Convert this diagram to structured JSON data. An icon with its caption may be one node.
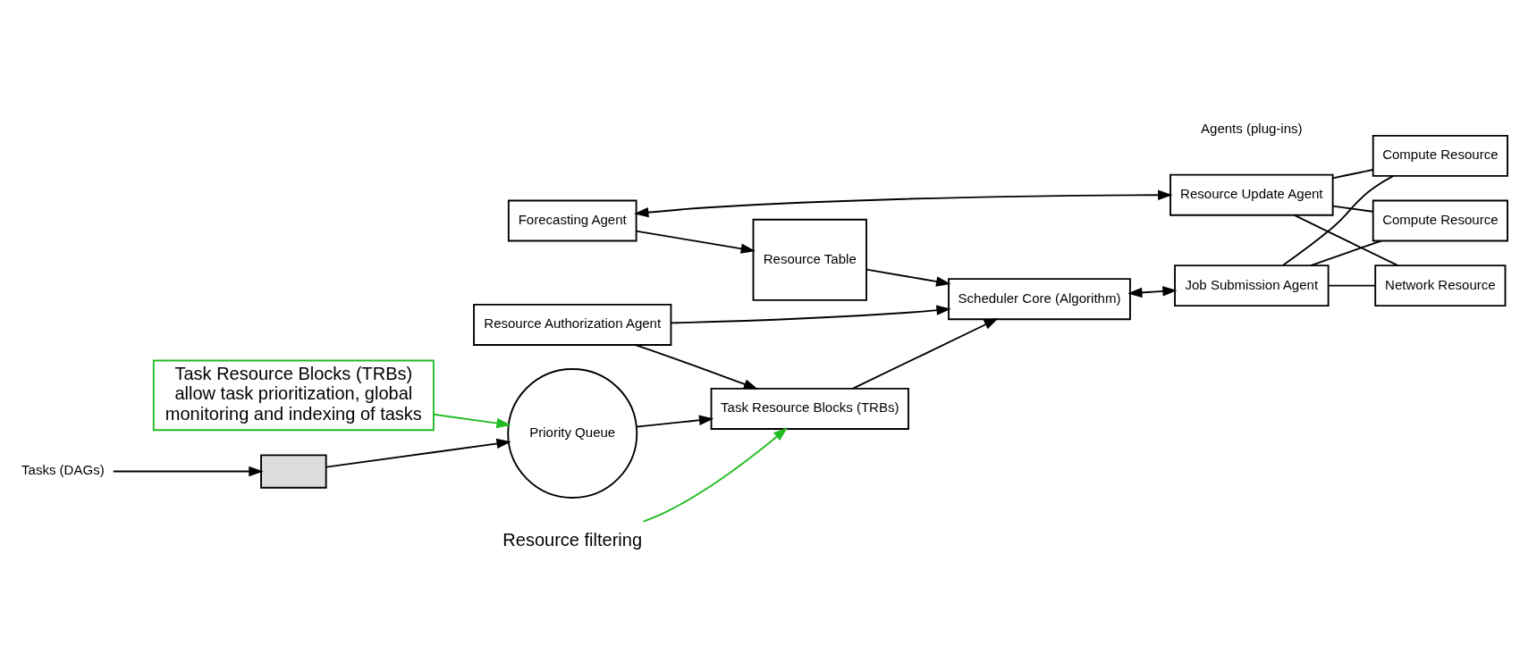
{
  "diagram": {
    "nodes": [
      {
        "text": [
          "Task Resource Blocks (TRBs) allow task prioritization, global monitoring and indexing of tasks"
        ]
      },
      {
        "text": [
          "Resource filtering"
        ]
      },
      {
        "text": [
          "Tasks (DAGs)"
        ]
      },
      {
        "text": [],
        "shape": "box"
      },
      {
        "text": [
          "Priority Queue"
        ]
      },
      {
        "text": [
          "Task Resource Blocks (TRBs)"
        ]
      },
      {
        "text": [
          "Resource Authorization Agent"
        ]
      },
      {
        "text": [
          "Forecasting Agent"
        ]
      },
      {
        "text": [
          "Resource Table"
        ]
      },
      {
        "text": [
          "Scheduler Core (Algorithm)"
        ]
      },
      {
        "text": [
          "Resource Update Agent"
        ]
      },
      {
        "text": [
          "Job Submission Agent"
        ]
      },
      {
        "text": [
          "Compute Resource"
        ]
      },
      {
        "text": [
          "Compute Resource"
        ]
      },
      {
        "text": [
          "Network Resource"
        ]
      }
    ],
    "edges": [
      {
        "from": 0,
        "to": 4,
        "arrow": "to",
        "color": "#22bb22"
      },
      {
        "from": 1,
        "to": 5,
        "arrow": "to",
        "color": "#22bb22"
      },
      {
        "from": 2,
        "to": 3,
        "arrow": "to"
      },
      {
        "from": 3,
        "to": 4,
        "arrow": "to"
      },
      {
        "from": 4,
        "to": 5,
        "arrow": "to"
      },
      {
        "from": 6,
        "to": 5,
        "arrow": "to"
      },
      {
        "from": 5,
        "to": 9,
        "arrow": "to"
      },
      {
        "from": 6,
        "to": 9,
        "arrow": "to"
      },
      {
        "from": 7,
        "to": 8,
        "arrow": "to"
      },
      {
        "from": 8,
        "to": 9,
        "arrow": "to"
      },
      {
        "from": 7,
        "to": 10,
        "arrow": "both"
      },
      {
        "from": 9,
        "to": 11,
        "arrow": "both"
      },
      {
        "from": 10,
        "to": 12,
        "arrow": "none"
      },
      {
        "from": 10,
        "to": 13,
        "arrow": "none"
      },
      {
        "from": 10,
        "to": 14,
        "arrow": "none"
      },
      {
        "from": 11,
        "to": 12,
        "arrow": "none"
      },
      {
        "from": 11,
        "to": 13,
        "arrow": "none"
      },
      {
        "from": 11,
        "to": 14,
        "arrow": "none"
      }
    ],
    "labels": [
      "Agents (plug-ins)"
    ]
  }
}
